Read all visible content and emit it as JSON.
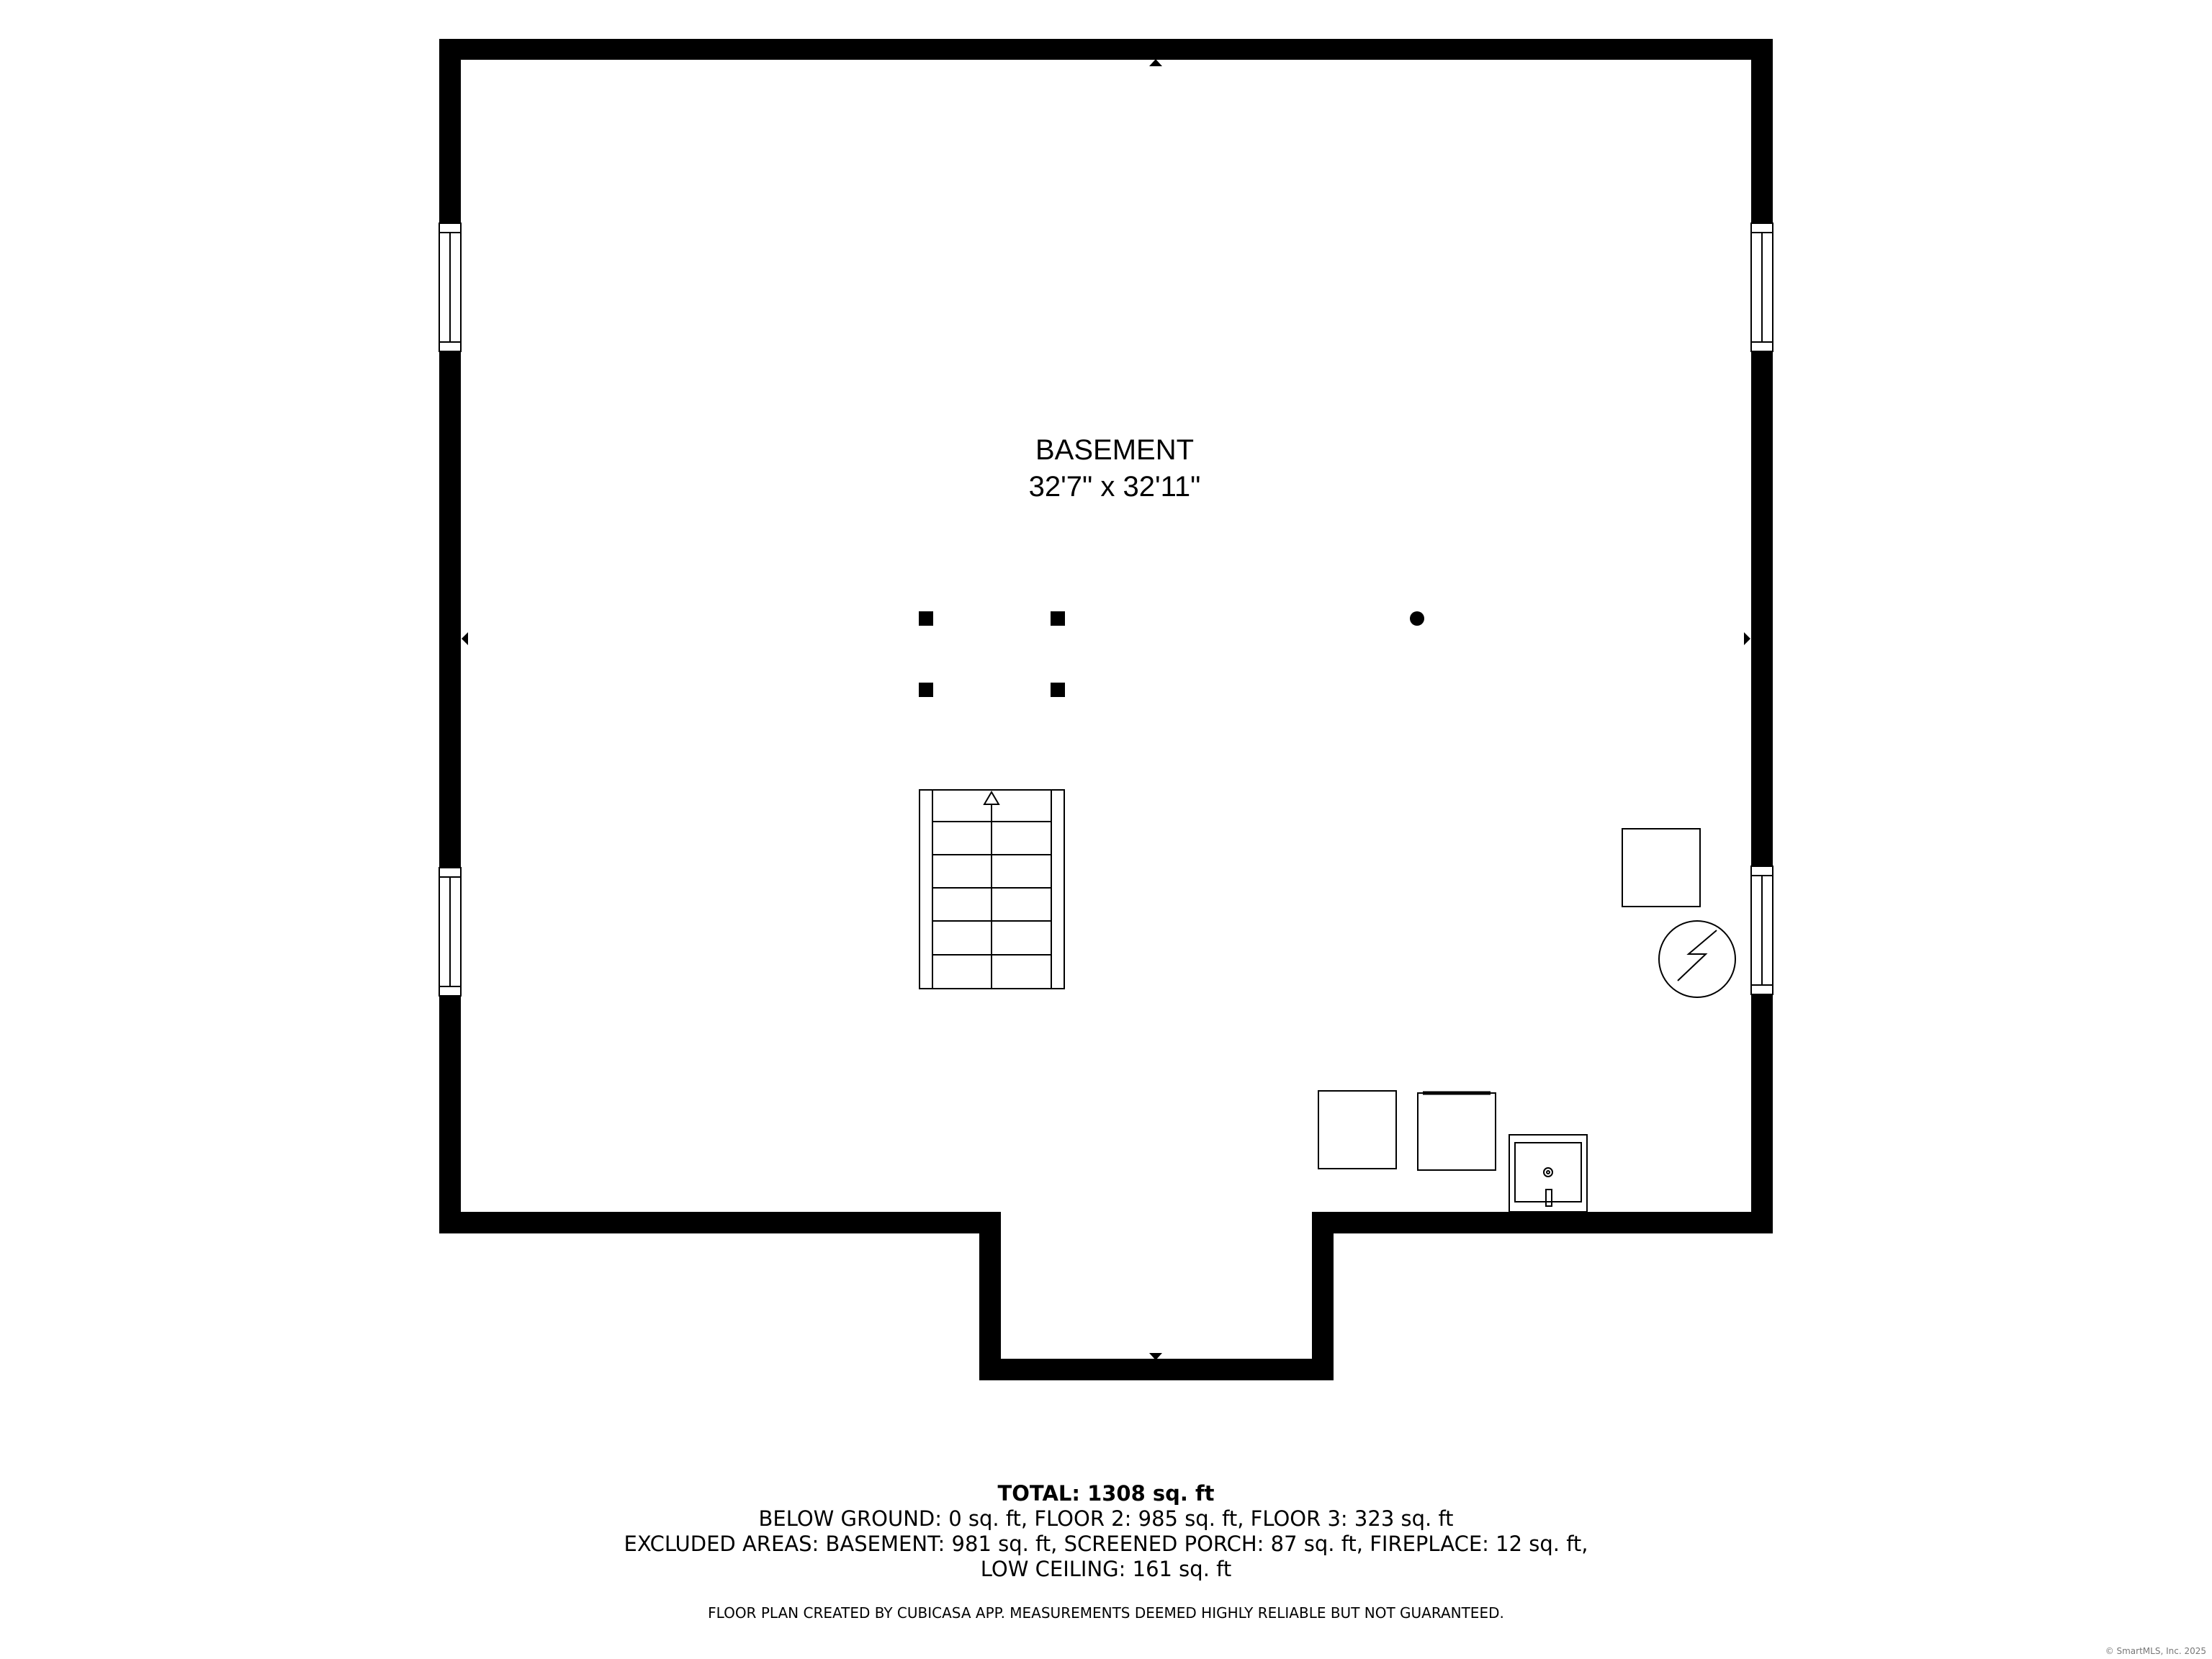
{
  "room": {
    "name": "BASEMENT",
    "dimensions": "32'7\" x 32'11\""
  },
  "summary": {
    "total": "TOTAL: 1308 sq. ft",
    "below": "BELOW GROUND: 0 sq. ft, FLOOR 2: 985 sq. ft, FLOOR 3: 323 sq. ft",
    "excluded_line1": "EXCLUDED AREAS: BASEMENT: 981 sq. ft, SCREENED PORCH: 87 sq. ft, FIREPLACE: 12 sq. ft,",
    "excluded_line2": "LOW CEILING: 161 sq. ft"
  },
  "disclaimer": "FLOOR PLAN CREATED BY CUBICASA APP. MEASUREMENTS DEEMED HIGHLY RELIABLE BUT NOT GUARANTEED.",
  "copyright": "© SmartMLS, Inc. 2025",
  "colors": {
    "wall": "#000000",
    "background": "#ffffff"
  }
}
